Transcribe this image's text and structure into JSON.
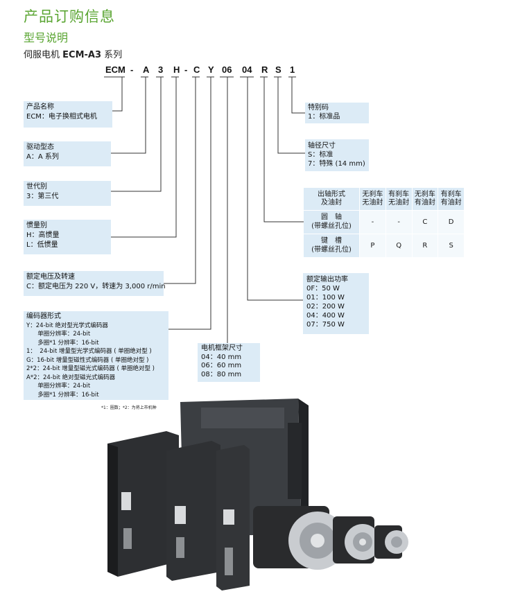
{
  "header": {
    "title": "产品订购信息",
    "subtitle": "型号说明",
    "series_prefix": "伺服电机",
    "series_model": "ECM-A3",
    "series_suffix": "系列"
  },
  "model_code": [
    "ECM",
    "-",
    "A",
    "3",
    "H",
    "-",
    "C",
    "Y",
    "06",
    "04",
    "R",
    "S",
    "1"
  ],
  "left_boxes": [
    {
      "title": "产品名称",
      "lines": [
        "ECM：电子换相式电机"
      ]
    },
    {
      "title": "驱动型态",
      "lines": [
        "A：A 系列"
      ]
    },
    {
      "title": "世代别",
      "lines": [
        "3：第三代"
      ]
    },
    {
      "title": "惯量别",
      "lines": [
        "H：高惯量",
        "L：低惯量"
      ]
    },
    {
      "title": "额定电压及转速",
      "lines": [
        "C：额定电压为 220 V，转速为 3,000 r/min"
      ]
    },
    {
      "title": "编码器形式",
      "lines": [
        "Y：24-bit 绝对型光学式编码器",
        "      单圈分辨率：24-bit",
        "      多圈*1 分辨率：16-bit",
        "1：  24-bit 增量型光学式编码器 ( 单圈绝对型 )",
        "G：16-bit 增量型磁性式编码器 ( 单圈绝对型 )",
        "2*2：24-bit 增量型磁光式编码器 ( 单圈绝对型 )",
        "A*2：24-bit 绝对型磁光式编码器",
        "      单圈分辨率：24-bit",
        "      多圈*1 分辨率：16-bit"
      ]
    }
  ],
  "right_boxes": [
    {
      "title": "特别码",
      "lines": [
        "1：标准品"
      ]
    },
    {
      "title": "轴径尺寸",
      "lines": [
        "S：标准",
        "7：特殊 (14 mm)"
      ]
    },
    {
      "title": "额定输出功率",
      "lines": [
        "0F：50 W",
        "01：100 W",
        "02：200 W",
        "04：400 W",
        "07：750 W"
      ]
    },
    {
      "title": "电机框架尺寸",
      "lines": [
        "04：40 mm",
        "06：60 mm",
        "08：80 mm"
      ]
    }
  ],
  "shaft_table": {
    "header": [
      "出轴形式\n及油封",
      "无刹车\n无油封",
      "有刹车\n无油封",
      "无刹车\n有油封",
      "有刹车\n有油封"
    ],
    "rows": [
      [
        "圆　轴\n(带螺丝孔位)",
        "-",
        "-",
        "C",
        "D"
      ],
      [
        "键　槽\n(带螺丝孔位)",
        "P",
        "Q",
        "R",
        "S"
      ]
    ]
  },
  "footnote": "*1：圈数；*2：为将上市机种",
  "colors": {
    "accent": "#5aa532",
    "box": "#dcebf6"
  }
}
